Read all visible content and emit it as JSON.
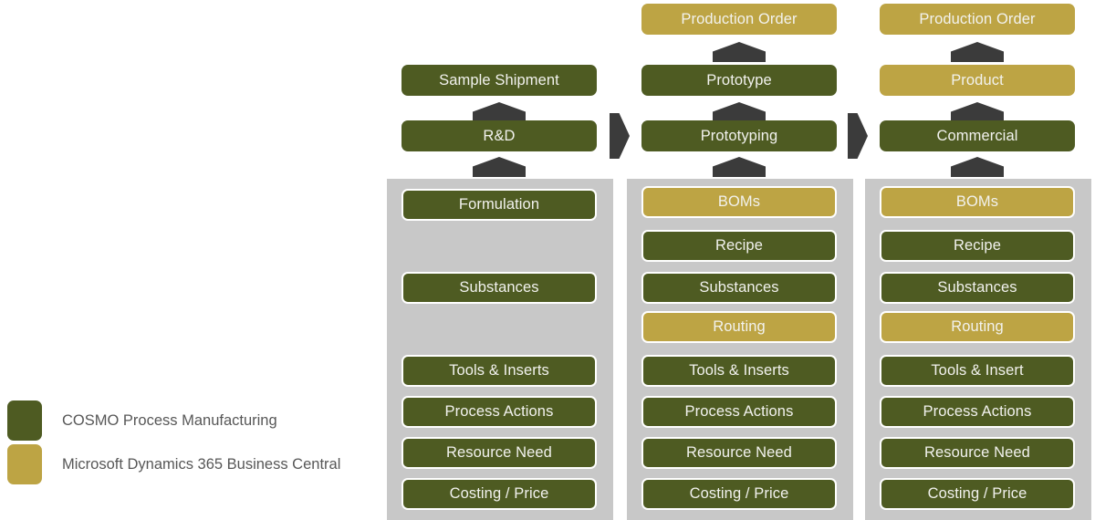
{
  "diagram": {
    "title": "COSMO Process Manufacturing phase diagram",
    "colors": {
      "cosmo_green": "#4e5b22",
      "business_central_gold": "#bda444",
      "panel_gray": "#c8c8c8",
      "arrow_dark": "#3b3b3b",
      "box_text": "#f2f2ee",
      "legend_text": "#575757"
    },
    "columns": [
      {
        "key": "rnd",
        "header": [
          {
            "label": "Sample Shipment",
            "color": "green"
          },
          {
            "label": "R&D",
            "color": "green"
          }
        ],
        "items": [
          {
            "label": "Formulation",
            "color": "green",
            "slot": 0
          },
          {
            "label": "Substances",
            "color": "green",
            "slot": 2
          },
          {
            "label": "Tools & Inserts",
            "color": "green",
            "slot": 4
          },
          {
            "label": "Process Actions",
            "color": "green",
            "slot": 5
          },
          {
            "label": "Resource Need",
            "color": "green",
            "slot": 6
          },
          {
            "label": "Costing / Price",
            "color": "green",
            "slot": 7
          }
        ]
      },
      {
        "key": "prototyping",
        "header": [
          {
            "label": "Production Order",
            "color": "gold"
          },
          {
            "label": "Prototype",
            "color": "green"
          },
          {
            "label": "Prototyping",
            "color": "green"
          }
        ],
        "items": [
          {
            "label": "BOMs",
            "color": "gold",
            "slot": 0
          },
          {
            "label": "Recipe",
            "color": "green",
            "slot": 1
          },
          {
            "label": "Substances",
            "color": "green",
            "slot": 2
          },
          {
            "label": "Routing",
            "color": "gold",
            "slot": 3
          },
          {
            "label": "Tools & Inserts",
            "color": "green",
            "slot": 4
          },
          {
            "label": "Process Actions",
            "color": "green",
            "slot": 5
          },
          {
            "label": "Resource Need",
            "color": "green",
            "slot": 6
          },
          {
            "label": "Costing / Price",
            "color": "green",
            "slot": 7
          }
        ]
      },
      {
        "key": "commercial",
        "header": [
          {
            "label": "Production Order",
            "color": "gold"
          },
          {
            "label": "Product",
            "color": "gold"
          },
          {
            "label": "Commercial",
            "color": "green"
          }
        ],
        "items": [
          {
            "label": "BOMs",
            "color": "gold",
            "slot": 0
          },
          {
            "label": "Recipe",
            "color": "green",
            "slot": 1
          },
          {
            "label": "Substances",
            "color": "green",
            "slot": 2
          },
          {
            "label": "Routing",
            "color": "gold",
            "slot": 3
          },
          {
            "label": "Tools & Insert",
            "color": "green",
            "slot": 4
          },
          {
            "label": "Process Actions",
            "color": "green",
            "slot": 5
          },
          {
            "label": "Resource Need",
            "color": "green",
            "slot": 6
          },
          {
            "label": "Costing / Price",
            "color": "green",
            "slot": 7
          }
        ]
      }
    ],
    "legend": [
      {
        "swatch": "green",
        "label": "COSMO Process Manufacturing"
      },
      {
        "swatch": "gold",
        "label": "Microsoft Dynamics 365 Business Central"
      }
    ]
  }
}
